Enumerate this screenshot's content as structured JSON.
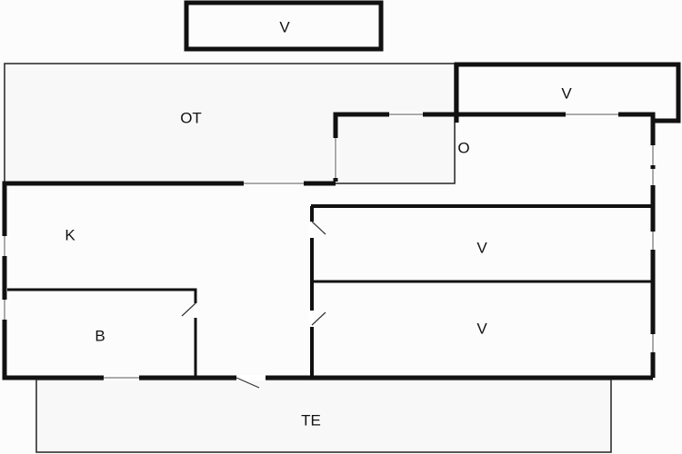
{
  "floorplan": {
    "rooms": {
      "balcony_top": "V",
      "open_terrace": "OT",
      "balcony_right": "V",
      "living": "O",
      "kitchen": "K",
      "bedroom_1": "V",
      "bedroom_2": "V",
      "bathroom": "B",
      "terrace": "TE"
    },
    "colors": {
      "wall": "#111111",
      "background": "#fcfcfc"
    }
  }
}
